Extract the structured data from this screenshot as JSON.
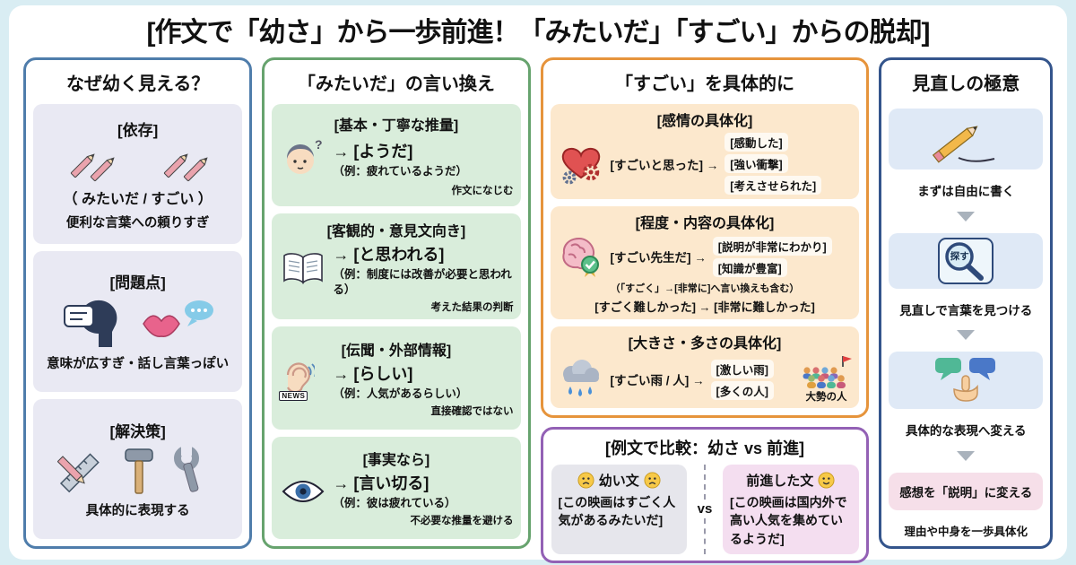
{
  "title": "[作文で「幼さ」から一歩前進！「みたいだ」「すごい」からの脱却]",
  "colors": {
    "background": "#d9edf3",
    "col1_border": "#4f7dab",
    "col2_border": "#67a36e",
    "col3_border": "#e6943c",
    "col4_border": "#34558c",
    "compare_border": "#9361b5"
  },
  "col1": {
    "heading": "なぜ幼く見える？",
    "dependency": {
      "heading": "[依存]",
      "words": "（ みたいだ / すごい ）",
      "caption": "便利な言葉への頼りすぎ"
    },
    "problem": {
      "heading": "[問題点]",
      "caption": "意味が広すぎ・話し言葉っぽい"
    },
    "solution": {
      "heading": "[解決策]",
      "caption": "具体的に表現する"
    }
  },
  "col2": {
    "heading": "「みたいだ」の言い換え",
    "sections": [
      {
        "heading": "[基本・丁寧な推量]",
        "replacement": "→ [ようだ]",
        "example": "（例：疲れているようだ）",
        "note": "作文になじむ"
      },
      {
        "heading": "[客観的・意見文向き]",
        "replacement": "→ [と思われる]",
        "example": "（例：制度には改善が必要と思われる）",
        "note": "考えた結果の判断"
      },
      {
        "heading": "[伝聞・外部情報]",
        "replacement": "→ [らしい]",
        "example": "（例：人気があるらしい）",
        "note": "直接確認ではない",
        "news_label": "NEWS"
      },
      {
        "heading": "[事実なら]",
        "replacement": "→ [言い切る]",
        "example": "（例：彼は疲れている）",
        "note": "不必要な推量を避ける"
      }
    ]
  },
  "col3": {
    "heading": "「すごい」を具体的に",
    "emotion": {
      "heading": "[感情の具体化]",
      "source": "[すごいと思った] →",
      "targets": [
        "[感動した]",
        "[強い衝撃]",
        "[考えさせられた]"
      ]
    },
    "degree": {
      "heading": "[程度・内容の具体化]",
      "source": "[すごい先生だ] →",
      "targets": [
        "[説明が非常にわかり]",
        "[知識が豊富]"
      ],
      "note": "（「すごく」→[非常に]へ言い換えも含む）",
      "extra": "[すごく難しかった] → [非常に難しかった]"
    },
    "size": {
      "heading": "[大きさ・多さの具体化]",
      "source": "[すごい雨 / 人] →",
      "targets": [
        "[激しい雨]",
        "[多くの人]"
      ],
      "crowd_caption": "大勢の人"
    }
  },
  "comparison": {
    "heading": "[例文で比較：幼さ vs 前進]",
    "immature_label": "幼い文",
    "immature_text": "[この映画はすごく人気があるみたいだ]",
    "vs": "vs",
    "advanced_label": "前進した文",
    "advanced_text": "[この映画は国内外で高い人気を集めているようだ]"
  },
  "col4": {
    "heading": "見直しの極意",
    "steps": [
      {
        "caption": "まずは自由に書く"
      },
      {
        "icon_label": "探す",
        "caption": "見直しで言葉を見つける"
      },
      {
        "caption": "具体的な表現へ変える"
      },
      {
        "caption": "感想を「説明」に変える",
        "note": "理由や中身を一歩具体化"
      }
    ]
  }
}
